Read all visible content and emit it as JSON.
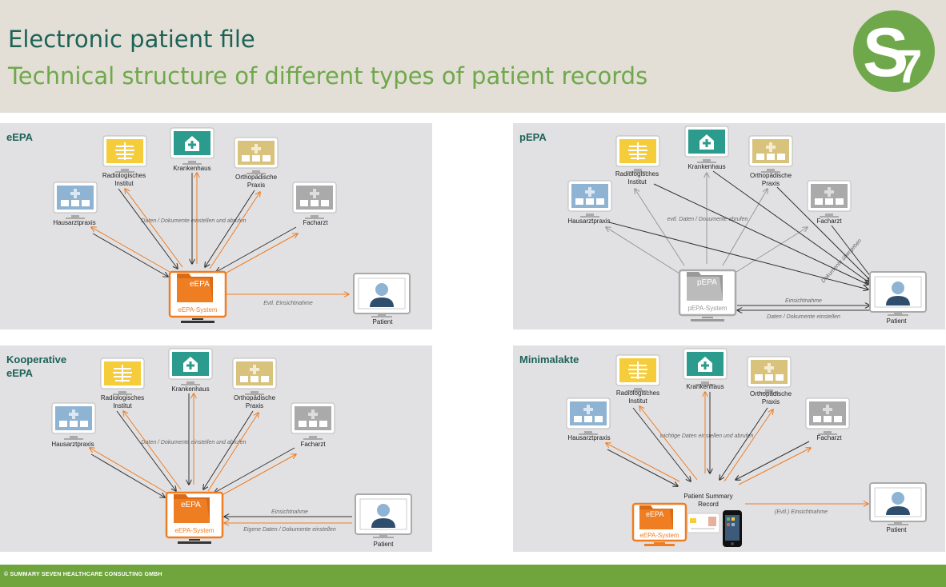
{
  "header": {
    "title": "Electronic patient file",
    "subtitle": "Technical structure of different types of patient records",
    "logo_text": "S7"
  },
  "footer": {
    "text": "© SUMMARY SEVEN HEALTHCARE CONSULTING GMBH"
  },
  "labels": {
    "radiology": "Radiologisches",
    "radiology2": "Institut",
    "hospital": "Krankenhaus",
    "ortho": "Orthopädische",
    "ortho2": "Praxis",
    "gp": "Hausarztpraxis",
    "specialist": "Facharzt",
    "patient": "Patient"
  },
  "panels": {
    "eepa": {
      "title": "eEPA",
      "edge_label": "Daten / Dokumente einstellen und abrufen",
      "folder": "eEPA",
      "system": "eEPA-System",
      "patient_link": "Evtl. Einsichtnahme"
    },
    "pepa": {
      "title": "pEPA",
      "edge_label": "evtl. Daten / Dokumente abrufen",
      "folder": "pEPA",
      "system": "pEPA-System",
      "diag_label": "Dokumente übergeben",
      "top_link": "Einsichtnahme",
      "bottom_link": "Daten / Dokumente einstellen"
    },
    "koop": {
      "title": "Kooperative",
      "title2": "eEPA",
      "edge_label": "Daten / Dokumente einstellen und abrufen",
      "folder": "eEPA",
      "system": "eEPA-System",
      "top_link": "Einsichtnahme",
      "bottom_link": "Eigene Daten / Dokumente einstellen"
    },
    "mini": {
      "title": "Minimalakte",
      "edge_label": "wichtige Daten einstellen und abrufen",
      "psr": "Patient Summary",
      "psr2": "Record",
      "folder": "eEPA",
      "system": "eEPA-System",
      "patient_link": "(Evtl.) Einsichtnahme"
    }
  },
  "colors": {
    "orange": "#ef7d22",
    "green": "#6fa84a",
    "teal": "#2a9b8c",
    "blue": "#8fb3d2",
    "gold": "#d9c27c",
    "grey": "#aaaaaa"
  }
}
